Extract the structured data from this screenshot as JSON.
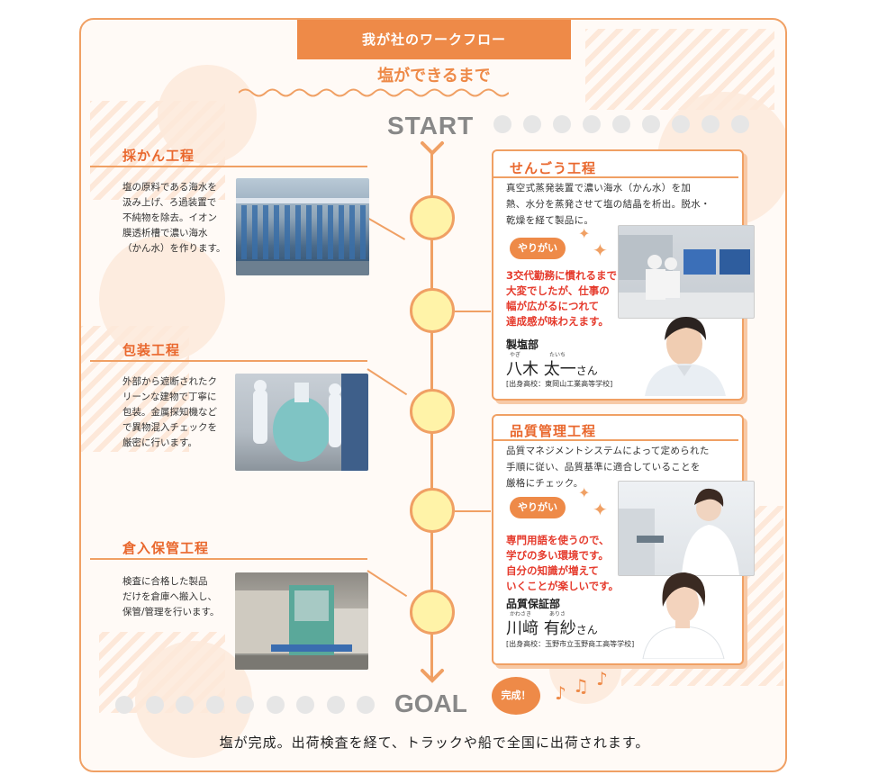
{
  "header": {
    "section_label": "我が社のワークフロー",
    "subtitle": "塩ができるまで",
    "start_label": "START",
    "goal_label": "GOAL",
    "complete_badge": "完成！"
  },
  "left_steps": [
    {
      "title": "採かん工程",
      "lines": [
        "塩の原料である海水を",
        "汲み上げ、ろ過装置で",
        "不純物を除去。イオン",
        "膜透析槽で濃い海水",
        "（かん水）を作ります。"
      ]
    },
    {
      "title": "包装工程",
      "lines": [
        "外部から遮断されたク",
        "リーンな建物で丁寧に",
        "包装。金属探知機など",
        "で異物混入チェックを",
        "厳密に行います。"
      ]
    },
    {
      "title": "倉入保管工程",
      "lines": [
        "検査に合格した製品",
        "だけを倉庫へ搬入し、",
        "保管/管理を行います。"
      ]
    }
  ],
  "right_cards": [
    {
      "title": "せんごう工程",
      "lines": [
        "真空式蒸発装置で濃い海水（かん水）を加",
        "熱、水分を蒸発させて塩の結晶を析出。脱水・",
        "乾燥を経て製品に。"
      ],
      "badge": "やりがい",
      "quote": [
        "3交代勤務に慣れるまで",
        "大変でしたが、仕事の",
        "幅が広がるにつれて",
        "達成感が味わえます。"
      ],
      "dept": "製塩部",
      "name": "八木 太一",
      "honorific": "さん",
      "ruby_family": "やぎ",
      "ruby_given": "たいち",
      "school": "[出身高校：東岡山工業高等学校]"
    },
    {
      "title": "品質管理工程",
      "lines": [
        "品質マネジメントシステムによって定められた",
        "手順に従い、品質基準に適合していることを",
        "厳格にチェック。"
      ],
      "badge": "やりがい",
      "quote": [
        "専門用語を使うので、",
        "学びの多い環境です。",
        "自分の知識が増えて",
        "いくことが楽しいです。"
      ],
      "dept": "品質保証部",
      "name": "川﨑 有紗",
      "honorific": "さん",
      "ruby_family": "かわさき",
      "ruby_given": "ありさ",
      "school": "[出身高校：玉野市立玉野商工高等学校]"
    }
  ],
  "bottom_text": "塩が完成。出荷検査を経て、トラックや船で全国に出荷されます。",
  "colors": {
    "accent": "#ee8a48",
    "accent_line": "#f0a064",
    "title_red": "#e9682e",
    "quote_red": "#e53a2c",
    "circle_fill": "#fff3a8"
  }
}
